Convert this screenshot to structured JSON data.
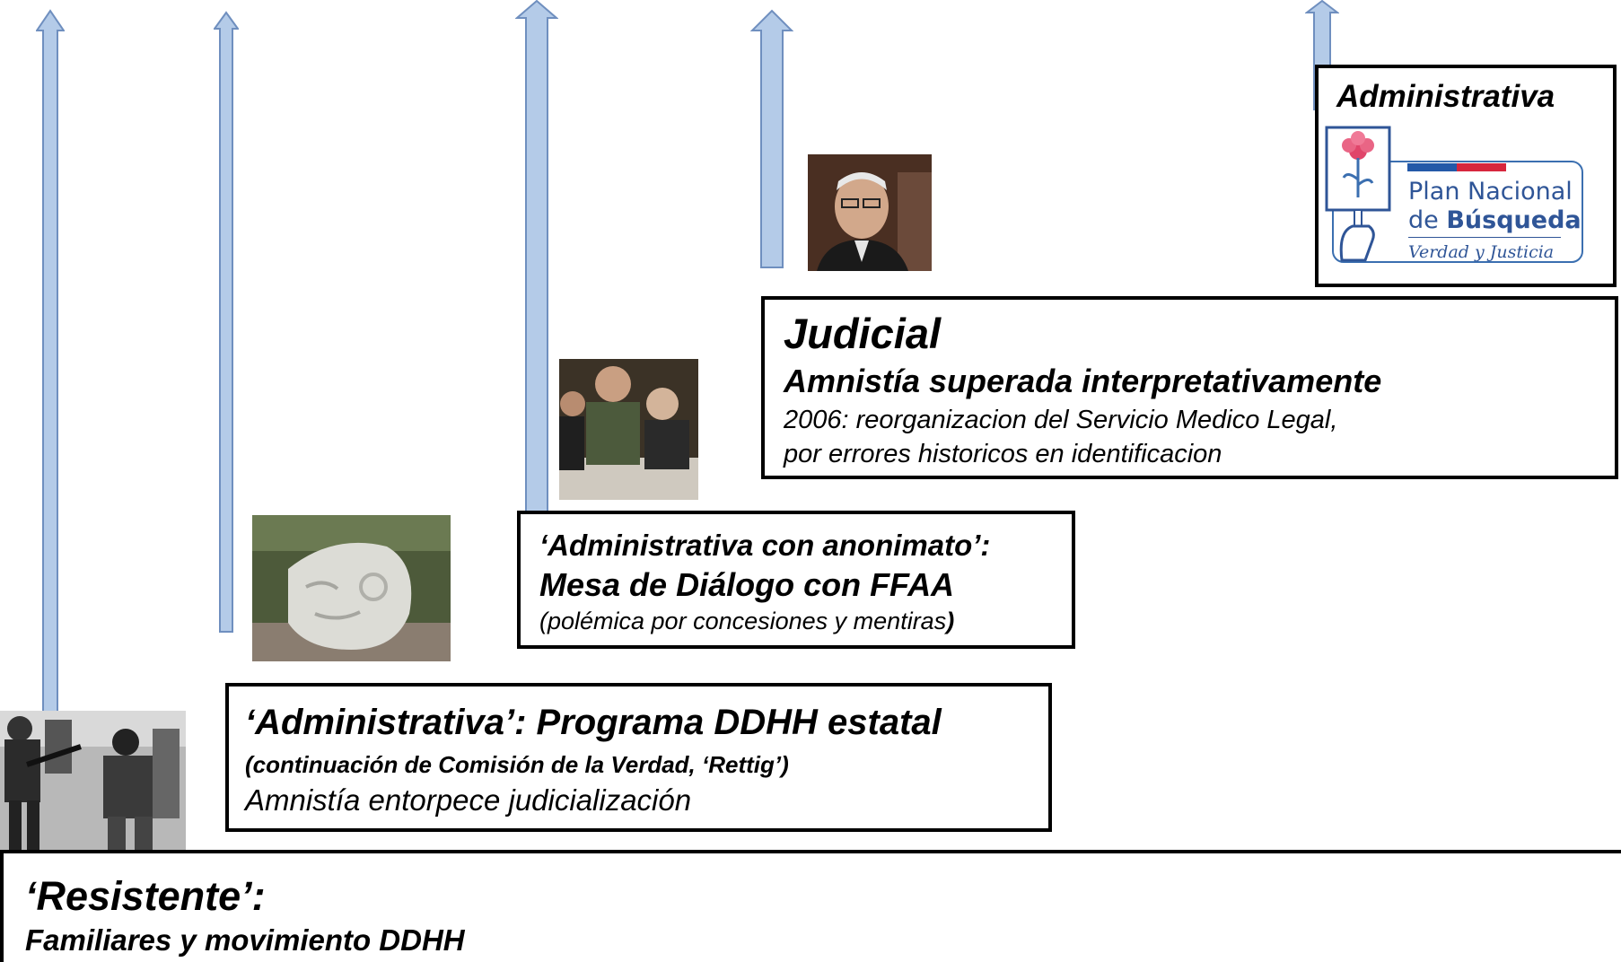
{
  "colors": {
    "arrow_fill": "#b4cbe8",
    "arrow_stroke": "#6f8fbf",
    "box_border": "#000000"
  },
  "resistente": {
    "title": "‘Resistente’:",
    "subtitle": "Familiares y movimiento DDHH"
  },
  "administrativa_programa": {
    "title": "‘Administrativa’: Programa DDHH estatal",
    "subtitle": "(continuación de Comisión de la Verdad, ‘Rettig’)",
    "note": "Amnistía entorpece judicialización"
  },
  "mesa_dialogo": {
    "title": "‘Administrativa con anonimato’:",
    "subtitle": "Mesa de Diálogo con FFAA",
    "note": "(polémica por concesiones y mentiras",
    "note_end": ")"
  },
  "judicial": {
    "title": "Judicial",
    "subtitle": "Amnistía superada interpretativamente",
    "line1": "2006: reorganizacion del Servicio Medico Legal,",
    "line2": "por errores historicos en identificacion"
  },
  "administrativa_plan": {
    "title": "Administrativa",
    "logo_line1": "Plan Nacional",
    "logo_line2_prefix": "de ",
    "logo_line2_bold": "Búsqueda",
    "logo_tagline": "Verdad y Justicia"
  },
  "icons": {
    "protest_photo": "protest-photo",
    "monument_photo": "stone-head-monument-photo",
    "table_photo": "military-meeting-photo",
    "judge_photo": "judge-portrait-photo",
    "plan_logo": "carnation-hand-logo"
  }
}
